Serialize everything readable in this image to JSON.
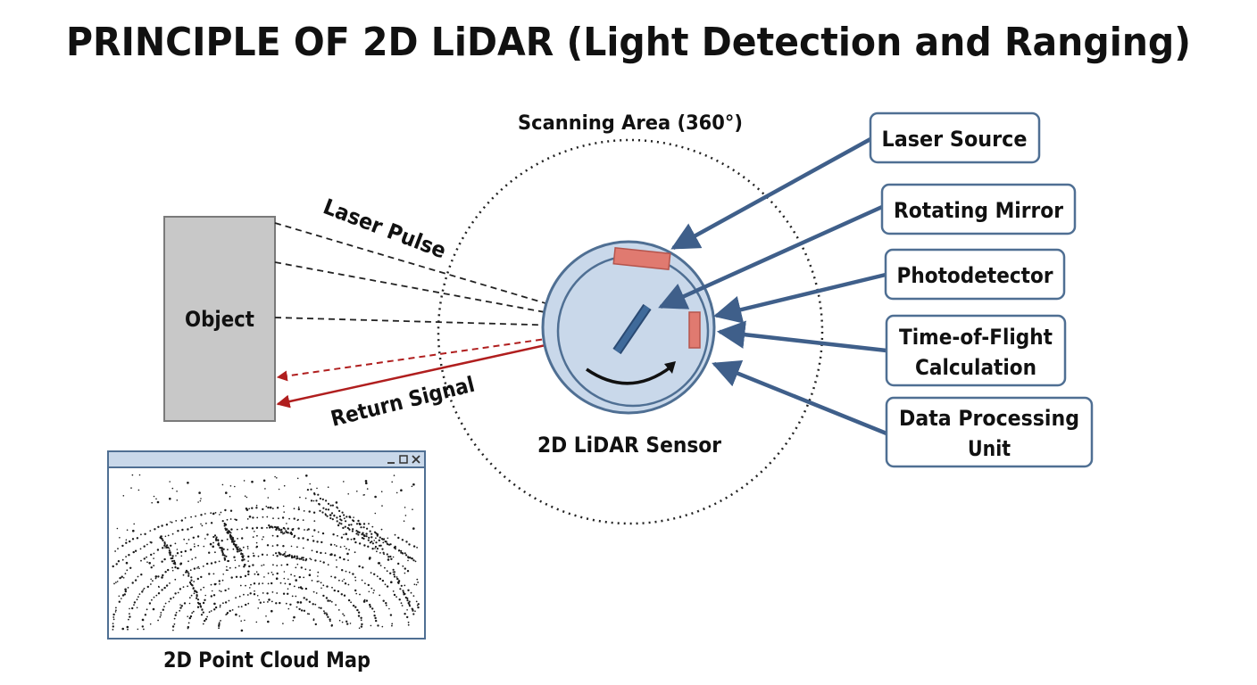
{
  "title": "PRINCIPLE OF 2D LiDAR (Light Detection and Ranging)",
  "scanning_area_label": "Scanning Area (360°)",
  "object_label": "Object",
  "laser_pulse_label": "Laser Pulse",
  "return_signal_label": "Return Signal",
  "sensor_label": "2D LiDAR Sensor",
  "point_cloud": {
    "caption": "2D Point Cloud Map",
    "window_controls": [
      "minimize",
      "maximize",
      "close"
    ]
  },
  "callouts": {
    "laser_source": "Laser Source",
    "rotating_mirror": "Rotating Mirror",
    "photodetector": "Photodetector",
    "tof_line1": "Time-of-Flight",
    "tof_line2": "Calculation",
    "dpu_line1": "Data Processing",
    "dpu_line2": "Unit"
  },
  "colors": {
    "sensor_fill": "#c9d8ea",
    "sensor_stroke": "#4f6f93",
    "laser_emitter": "#e07a70",
    "return_signal": "#b01e1e",
    "arrow": "#3f5f8a",
    "object_fill": "#c8c8c8",
    "window_titlebar": "#c9d8ea"
  }
}
